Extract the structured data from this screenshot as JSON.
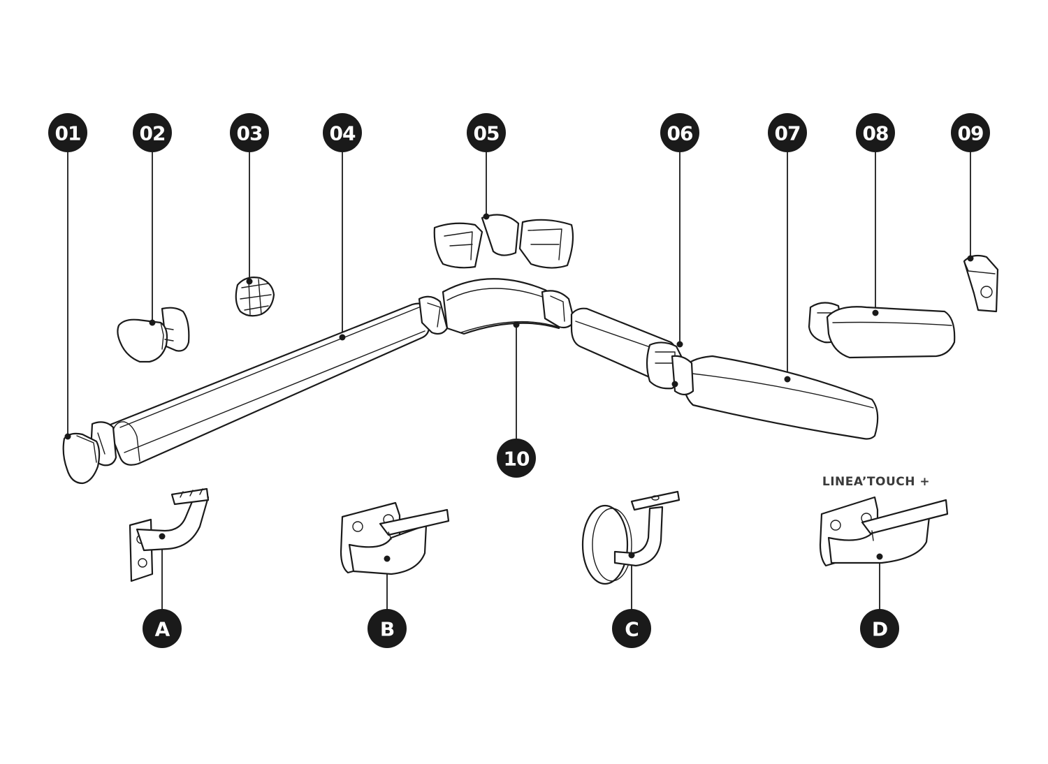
{
  "labels": {
    "p01": "01",
    "p02": "02",
    "p03": "03",
    "p04": "04",
    "p05": "05",
    "p06": "06",
    "p07": "07",
    "p08": "08",
    "p09": "09",
    "p10": "10",
    "pA": "A",
    "pB": "B",
    "pC": "C",
    "pD": "D"
  },
  "captions": {
    "linea_touch": "LINEA’TOUCH +"
  },
  "colors": {
    "line": "#1a1a1a",
    "badge": "#1a1a1a",
    "badge_text": "#ffffff",
    "background": "#ffffff"
  }
}
